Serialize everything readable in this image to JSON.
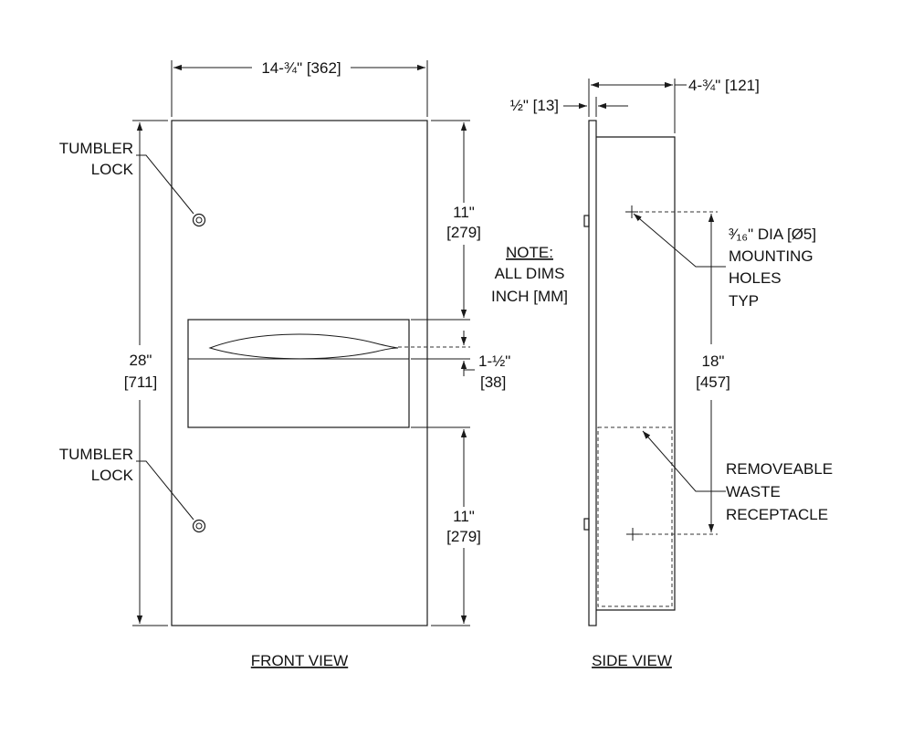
{
  "front_view": {
    "title": "FRONT VIEW",
    "width_dim": "14-¾\" [362]",
    "height_dim": [
      "28\"",
      "[711]"
    ],
    "upper_lock_label": [
      "TUMBLER",
      "LOCK"
    ],
    "lower_lock_label": [
      "TUMBLER",
      "LOCK"
    ],
    "upper_offset_dim": [
      "11\"",
      "[279]"
    ],
    "lower_offset_dim": [
      "11\"",
      "[279]"
    ],
    "dispenser_dim": [
      "1-½\"",
      "[38]"
    ]
  },
  "note": [
    "NOTE:",
    "ALL DIMS",
    "INCH [MM]"
  ],
  "side_view": {
    "title": "SIDE VIEW",
    "flange_dim": "½\" [13]",
    "depth_dim": "4-¾\" [121]",
    "holes_label": [
      "³⁄₁₆\" DIA [Ø5]",
      "MOUNTING",
      "HOLES",
      "TYP"
    ],
    "holes_spacing_dim": [
      "18\"",
      "[457]"
    ],
    "receptacle_label": [
      "REMOVEABLE",
      "WASTE",
      "RECEPTACLE"
    ]
  }
}
